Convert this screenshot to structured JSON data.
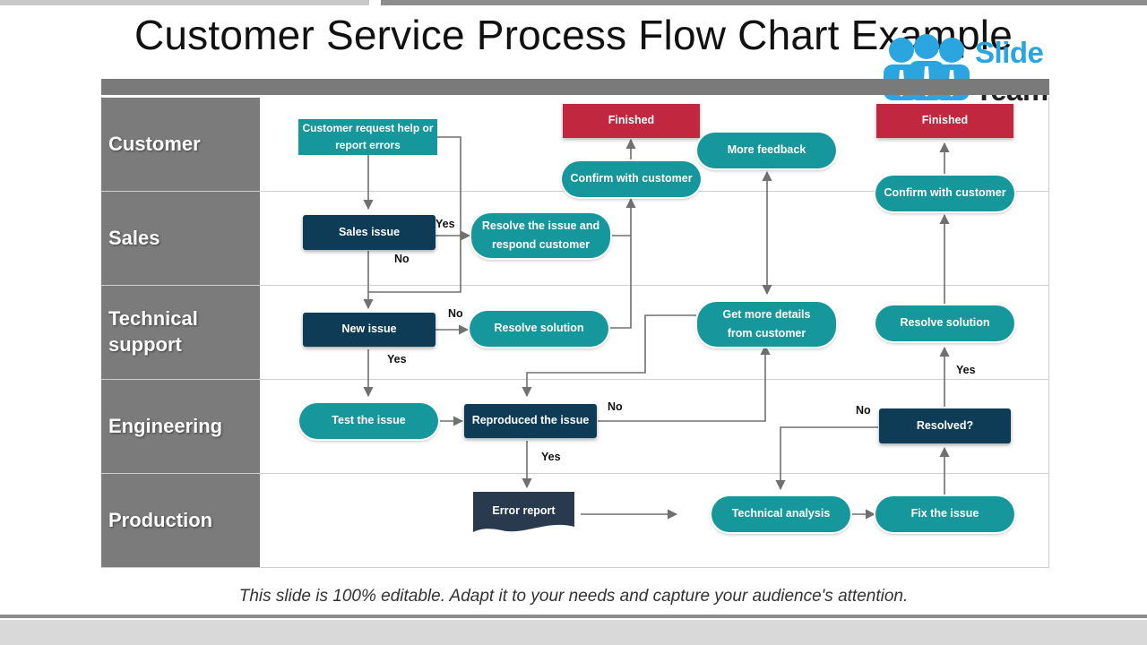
{
  "title": "Customer Service Process Flow Chart Example",
  "logo": {
    "line1": "Slide",
    "line2": "Team"
  },
  "lanes": [
    "Customer",
    "Sales",
    "Technical support",
    "Engineering",
    "Production"
  ],
  "nodes": {
    "customer_request": "Customer request help or report errors",
    "finished_1": "Finished",
    "finished_2": "Finished",
    "more_feedback": "More feedback",
    "confirm_1": "Confirm with customer",
    "confirm_2": "Confirm with customer",
    "sales_issue": "Sales issue",
    "resolve_respond": "Resolve the issue and respond customer",
    "new_issue": "New issue",
    "resolve_solution_1": "Resolve solution",
    "get_details": "Get more details from customer",
    "resolve_solution_2": "Resolve solution",
    "test_issue": "Test the issue",
    "reproduced": "Reproduced the issue",
    "resolved": "Resolved?",
    "error_report": "Error report",
    "technical_analysis": "Technical analysis",
    "fix_issue": "Fix  the issue"
  },
  "edge_labels": {
    "sales_yes": "Yes",
    "sales_no": "No",
    "new_no": "No",
    "new_yes": "Yes",
    "repro_no": "No",
    "repro_yes": "Yes",
    "resolved_no": "No",
    "resolved_yes": "Yes"
  },
  "footer": "This slide is 100% editable. Adapt it to your needs and capture your audience's attention.",
  "colors": {
    "teal": "#16979c",
    "navy": "#0e3b56",
    "red": "#c1273e",
    "lane_gray": "#7b7b7b",
    "logo_blue": "#2aa5e0"
  }
}
